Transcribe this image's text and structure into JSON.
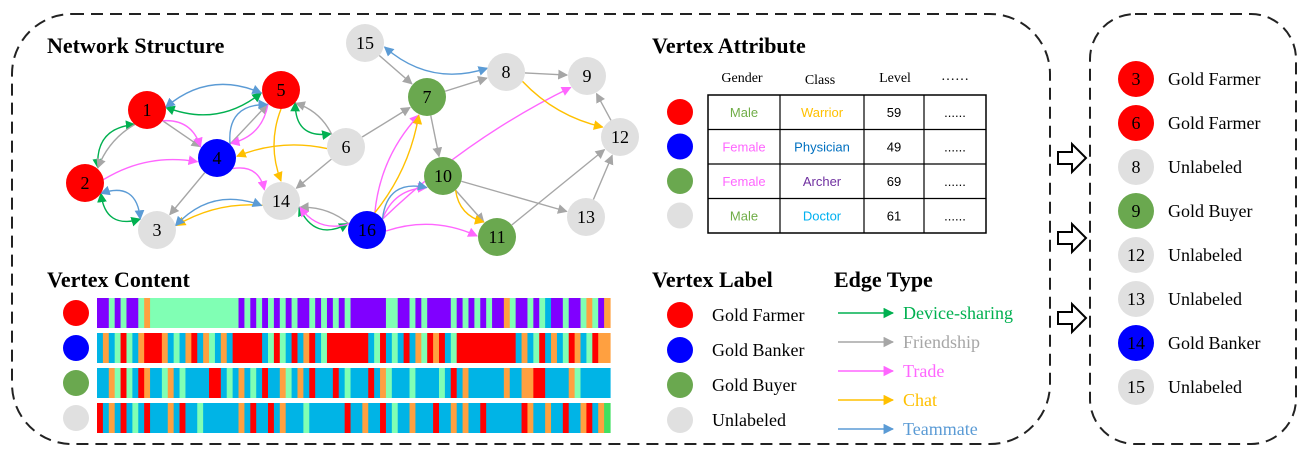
{
  "network": {
    "title": "Network Structure",
    "nodes": [
      {
        "id": "1",
        "label": "1",
        "cls": "farmer"
      },
      {
        "id": "2",
        "label": "2",
        "cls": "farmer"
      },
      {
        "id": "3",
        "label": "3",
        "cls": "unlabeled"
      },
      {
        "id": "4",
        "label": "4",
        "cls": "banker"
      },
      {
        "id": "5",
        "label": "5",
        "cls": "farmer"
      },
      {
        "id": "6",
        "label": "6",
        "cls": "unlabeled"
      },
      {
        "id": "7",
        "label": "7",
        "cls": "buyer"
      },
      {
        "id": "8",
        "label": "8",
        "cls": "unlabeled"
      },
      {
        "id": "9",
        "label": "9",
        "cls": "unlabeled"
      },
      {
        "id": "10",
        "label": "10",
        "cls": "buyer"
      },
      {
        "id": "11",
        "label": "11",
        "cls": "buyer"
      },
      {
        "id": "12",
        "label": "12",
        "cls": "unlabeled"
      },
      {
        "id": "13",
        "label": "13",
        "cls": "unlabeled"
      },
      {
        "id": "14",
        "label": "14",
        "cls": "unlabeled"
      },
      {
        "id": "15",
        "label": "15",
        "cls": "unlabeled"
      },
      {
        "id": "16",
        "label": "16",
        "cls": "banker"
      }
    ],
    "edges": [
      {
        "from": "1",
        "to": "5",
        "type": "device",
        "bi": true
      },
      {
        "from": "1",
        "to": "2",
        "type": "device",
        "bi": true
      },
      {
        "from": "2",
        "to": "3",
        "type": "device",
        "bi": true
      },
      {
        "from": "5",
        "to": "6",
        "type": "device",
        "bi": true
      },
      {
        "from": "14",
        "to": "16",
        "type": "device",
        "bi": true
      },
      {
        "from": "1",
        "to": "4",
        "type": "friend"
      },
      {
        "from": "1",
        "to": "2",
        "type": "friend"
      },
      {
        "from": "4",
        "to": "5",
        "type": "friend"
      },
      {
        "from": "4",
        "to": "3",
        "type": "friend"
      },
      {
        "from": "6",
        "to": "5",
        "type": "friend"
      },
      {
        "from": "6",
        "to": "14",
        "type": "friend"
      },
      {
        "from": "6",
        "to": "7",
        "type": "friend"
      },
      {
        "from": "7",
        "to": "8",
        "type": "friend"
      },
      {
        "from": "8",
        "to": "9",
        "type": "friend"
      },
      {
        "from": "7",
        "to": "10",
        "type": "friend"
      },
      {
        "from": "10",
        "to": "11",
        "type": "friend"
      },
      {
        "from": "10",
        "to": "13",
        "type": "friend"
      },
      {
        "from": "11",
        "to": "12",
        "type": "friend"
      },
      {
        "from": "12",
        "to": "9",
        "type": "friend"
      },
      {
        "from": "13",
        "to": "12",
        "type": "friend"
      },
      {
        "from": "15",
        "to": "7",
        "type": "friend"
      },
      {
        "from": "16",
        "to": "14",
        "type": "friend"
      },
      {
        "from": "8",
        "to": "15",
        "type": "team",
        "bi": true
      },
      {
        "from": "1",
        "to": "4",
        "type": "trade"
      },
      {
        "from": "2",
        "to": "4",
        "type": "trade"
      },
      {
        "from": "5",
        "to": "4",
        "type": "trade"
      },
      {
        "from": "4",
        "to": "14",
        "type": "trade"
      },
      {
        "from": "16",
        "to": "14",
        "type": "trade"
      },
      {
        "from": "16",
        "to": "10",
        "type": "trade"
      },
      {
        "from": "16",
        "to": "7",
        "type": "trade"
      },
      {
        "from": "16",
        "to": "9",
        "type": "trade"
      },
      {
        "from": "16",
        "to": "11",
        "type": "trade"
      },
      {
        "from": "6",
        "to": "4",
        "type": "chat"
      },
      {
        "from": "5",
        "to": "14",
        "type": "chat"
      },
      {
        "from": "14",
        "to": "3",
        "type": "chat"
      },
      {
        "from": "16",
        "to": "7",
        "type": "chat"
      },
      {
        "from": "10",
        "to": "11",
        "type": "chat"
      },
      {
        "from": "8",
        "to": "12",
        "type": "chat"
      },
      {
        "from": "1",
        "to": "5",
        "type": "team",
        "bi": true
      },
      {
        "from": "2",
        "to": "3",
        "type": "team",
        "bi": true
      },
      {
        "from": "3",
        "to": "14",
        "type": "team",
        "bi": true
      },
      {
        "from": "4",
        "to": "5",
        "type": "team"
      },
      {
        "from": "16",
        "to": "10",
        "type": "team"
      }
    ]
  },
  "attributes": {
    "title": "Vertex Attribute",
    "headers": [
      "Gender",
      "Class",
      "Level",
      "……"
    ],
    "rows": [
      {
        "cls": "farmer",
        "gender": "Male",
        "gender_color": "#70ad47",
        "klass": "Warrior",
        "class_color": "#ffc000",
        "level": "59",
        "more": "......"
      },
      {
        "cls": "banker",
        "gender": "Female",
        "gender_color": "#ff66ff",
        "klass": "Physician",
        "class_color": "#0070c0",
        "level": "49",
        "more": "......"
      },
      {
        "cls": "buyer",
        "gender": "Female",
        "gender_color": "#ff66ff",
        "klass": "Archer",
        "class_color": "#7030a0",
        "level": "69",
        "more": "......"
      },
      {
        "cls": "unlabeled",
        "gender": "Male",
        "gender_color": "#70ad47",
        "klass": "Doctor",
        "class_color": "#00b0f0",
        "level": "61",
        "more": "......"
      }
    ]
  },
  "content": {
    "title": "Vertex Content",
    "palette": [
      "#8000ff",
      "#80ffb4",
      "#ff0000",
      "#00b4e6",
      "#ffa040",
      "#40e060"
    ],
    "rows": [
      {
        "cls": "farmer",
        "seq": [
          0,
          0,
          1,
          0,
          1,
          0,
          0,
          1,
          4,
          1,
          1,
          1,
          1,
          1,
          1,
          1,
          1,
          1,
          1,
          1,
          1,
          1,
          1,
          1,
          0,
          1,
          0,
          1,
          0,
          1,
          0,
          1,
          0,
          1,
          0,
          0,
          1,
          0,
          1,
          0,
          1,
          0,
          1,
          0,
          0,
          0,
          0,
          0,
          0,
          1,
          1,
          0,
          0,
          1,
          0,
          1,
          0,
          0,
          0,
          0,
          1,
          0,
          1,
          0,
          1,
          0,
          1,
          0,
          0,
          4,
          1,
          0,
          0,
          1,
          0,
          1,
          3,
          0,
          0,
          1,
          0,
          0,
          1,
          4,
          1,
          0,
          4
        ]
      },
      {
        "cls": "banker",
        "seq": [
          3,
          4,
          3,
          1,
          2,
          1,
          3,
          4,
          2,
          2,
          2,
          4,
          3,
          1,
          3,
          4,
          2,
          3,
          4,
          1,
          3,
          4,
          3,
          2,
          2,
          2,
          2,
          2,
          3,
          1,
          2,
          1,
          3,
          2,
          3,
          4,
          2,
          3,
          1,
          2,
          2,
          2,
          2,
          2,
          2,
          2,
          3,
          1,
          2,
          3,
          1,
          3,
          2,
          3,
          4,
          1,
          2,
          4,
          2,
          3,
          1,
          2,
          2,
          2,
          2,
          2,
          2,
          2,
          2,
          2,
          2,
          3,
          4,
          3,
          1,
          2,
          3,
          4,
          3,
          1,
          2,
          4,
          3,
          1,
          2,
          4,
          4
        ]
      },
      {
        "cls": "buyer",
        "seq": [
          3,
          3,
          4,
          1,
          2,
          1,
          3,
          2,
          4,
          3,
          3,
          1,
          4,
          3,
          1,
          3,
          3,
          3,
          3,
          2,
          2,
          3,
          1,
          3,
          4,
          3,
          1,
          3,
          2,
          3,
          3,
          4,
          1,
          3,
          4,
          3,
          2,
          3,
          3,
          3,
          2,
          3,
          1,
          3,
          3,
          3,
          2,
          3,
          4,
          1,
          3,
          3,
          3,
          1,
          3,
          3,
          3,
          3,
          1,
          3,
          2,
          3,
          4,
          3,
          3,
          3,
          3,
          3,
          3,
          4,
          3,
          3,
          4,
          4,
          2,
          2,
          3,
          3,
          3,
          3,
          4,
          1,
          3,
          3,
          3,
          3,
          3
        ]
      },
      {
        "cls": "unlabeled",
        "seq": [
          2,
          3,
          4,
          3,
          2,
          3,
          1,
          3,
          2,
          3,
          3,
          3,
          4,
          3,
          2,
          3,
          3,
          1,
          3,
          3,
          3,
          3,
          3,
          3,
          4,
          3,
          2,
          3,
          3,
          2,
          3,
          4,
          3,
          3,
          3,
          1,
          3,
          3,
          3,
          3,
          3,
          3,
          2,
          3,
          3,
          4,
          3,
          3,
          2,
          3,
          1,
          3,
          3,
          4,
          3,
          3,
          3,
          2,
          3,
          3,
          4,
          3,
          4,
          3,
          3,
          2,
          3,
          3,
          3,
          3,
          3,
          3,
          2,
          4,
          3,
          3,
          4,
          3,
          3,
          2,
          3,
          3,
          4,
          2,
          3,
          4,
          5
        ]
      }
    ]
  },
  "vertex_label": {
    "title": "Vertex Label",
    "items": [
      {
        "cls": "farmer",
        "label": "Gold Farmer"
      },
      {
        "cls": "banker",
        "label": "Gold Banker"
      },
      {
        "cls": "buyer",
        "label": "Gold Buyer"
      },
      {
        "cls": "unlabeled",
        "label": "Unlabeled"
      }
    ]
  },
  "edge_type": {
    "title": "Edge Type",
    "items": [
      {
        "type": "device",
        "label": "Device-sharing"
      },
      {
        "type": "friend",
        "label": "Friendship"
      },
      {
        "type": "trade",
        "label": "Trade"
      },
      {
        "type": "chat",
        "label": "Chat"
      },
      {
        "type": "team",
        "label": "Teammate"
      }
    ]
  },
  "classes": {
    "farmer": "#ff0000",
    "banker": "#0000ff",
    "buyer": "#6aa84f",
    "unlabeled": "#e0e0e0"
  },
  "edge_colors": {
    "device": "#00b050",
    "friend": "#a6a6a6",
    "trade": "#ff66ff",
    "chat": "#ffc000",
    "team": "#5b9bd5"
  },
  "results": {
    "items": [
      {
        "id": "3",
        "cls": "farmer",
        "label": "Gold Farmer"
      },
      {
        "id": "6",
        "cls": "farmer",
        "label": "Gold Farmer"
      },
      {
        "id": "8",
        "cls": "unlabeled",
        "label": "Unlabeled"
      },
      {
        "id": "9",
        "cls": "buyer",
        "label": "Gold Buyer"
      },
      {
        "id": "12",
        "cls": "unlabeled",
        "label": "Unlabeled"
      },
      {
        "id": "13",
        "cls": "unlabeled",
        "label": "Unlabeled"
      },
      {
        "id": "14",
        "cls": "banker",
        "label": "Gold Banker"
      },
      {
        "id": "15",
        "cls": "unlabeled",
        "label": "Unlabeled"
      }
    ]
  }
}
